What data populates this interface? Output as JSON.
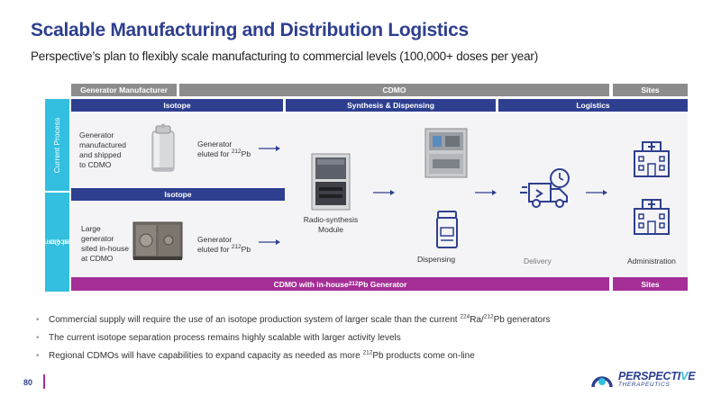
{
  "header": {
    "title": "Scalable Manufacturing and Distribution Logistics",
    "subtitle": "Perspective’s plan to flexibly scale manufacturing to commercial levels (100,000+ doses per year)"
  },
  "top_bars": {
    "generator_manufacturer": "Generator Manufacturer",
    "cdmo": "CDMO",
    "sites": "Sites"
  },
  "stage_bars": {
    "isotope": "Isotope",
    "synthesis": "Synthesis & Dispensing",
    "logistics": "Logistics",
    "isotope_second": "Isotope"
  },
  "row_labels": {
    "current": "Current Process",
    "scaled_line1": "Scaled Commercial",
    "scaled_line2": "Process"
  },
  "current_process": {
    "generator_text": [
      "Generator",
      "manufactured",
      "and shipped",
      "to CDMO"
    ],
    "eluted_text": "Generator",
    "eluted_text2": "eluted for ",
    "eluted_sup": "212",
    "eluted_el": "Pb"
  },
  "scaled_process": {
    "generator_text": [
      "Large",
      "generator",
      "sited in-house",
      "at CDMO"
    ],
    "eluted_text": "Generator",
    "eluted_text2": "eluted for ",
    "eluted_sup": "212",
    "eluted_el": "Pb"
  },
  "module": {
    "line1": "Radio-synthesis",
    "line2": "Module"
  },
  "labels": {
    "dispensing": "Dispensing",
    "delivery": "Delivery",
    "administration": "Administration"
  },
  "bottom_bars": {
    "cdmo_prefix": "CDMO with in-house ",
    "cdmo_sup": "212",
    "cdmo_suffix": "Pb Generator",
    "sites": "Sites"
  },
  "bullets": [
    {
      "pre": "Commercial supply will require the use of an isotope production system of larger scale than the current ",
      "sup1": "224",
      "mid": "Ra/",
      "sup2": "212",
      "post": "Pb generators"
    },
    {
      "pre": "The current isotope separation process remains highly scalable with larger activity levels",
      "sup1": "",
      "mid": "",
      "sup2": "",
      "post": ""
    },
    {
      "pre": "Regional CDMOs will have capabilities to expand capacity as needed as more ",
      "sup1": "",
      "mid": "",
      "sup2": "212",
      "post": "Pb products come on-line"
    }
  ],
  "footer": {
    "page_number": "80",
    "logo_main_1": "PERSPECTI",
    "logo_main_v": "V",
    "logo_main_2": "E",
    "logo_sub": "THERAPEUTICS"
  },
  "colors": {
    "navy": "#2e3f8f",
    "purple": "#a52f97",
    "teal": "#33bfe0",
    "grey": "#8c8c8c"
  },
  "icons": [
    "generator-canister-icon",
    "large-generator-icon",
    "synthesis-module-icon",
    "dispensing-cabinet-icon",
    "dispensing-bottle-icon",
    "delivery-truck-icon",
    "hospital-icon",
    "arrow-right-icon"
  ]
}
